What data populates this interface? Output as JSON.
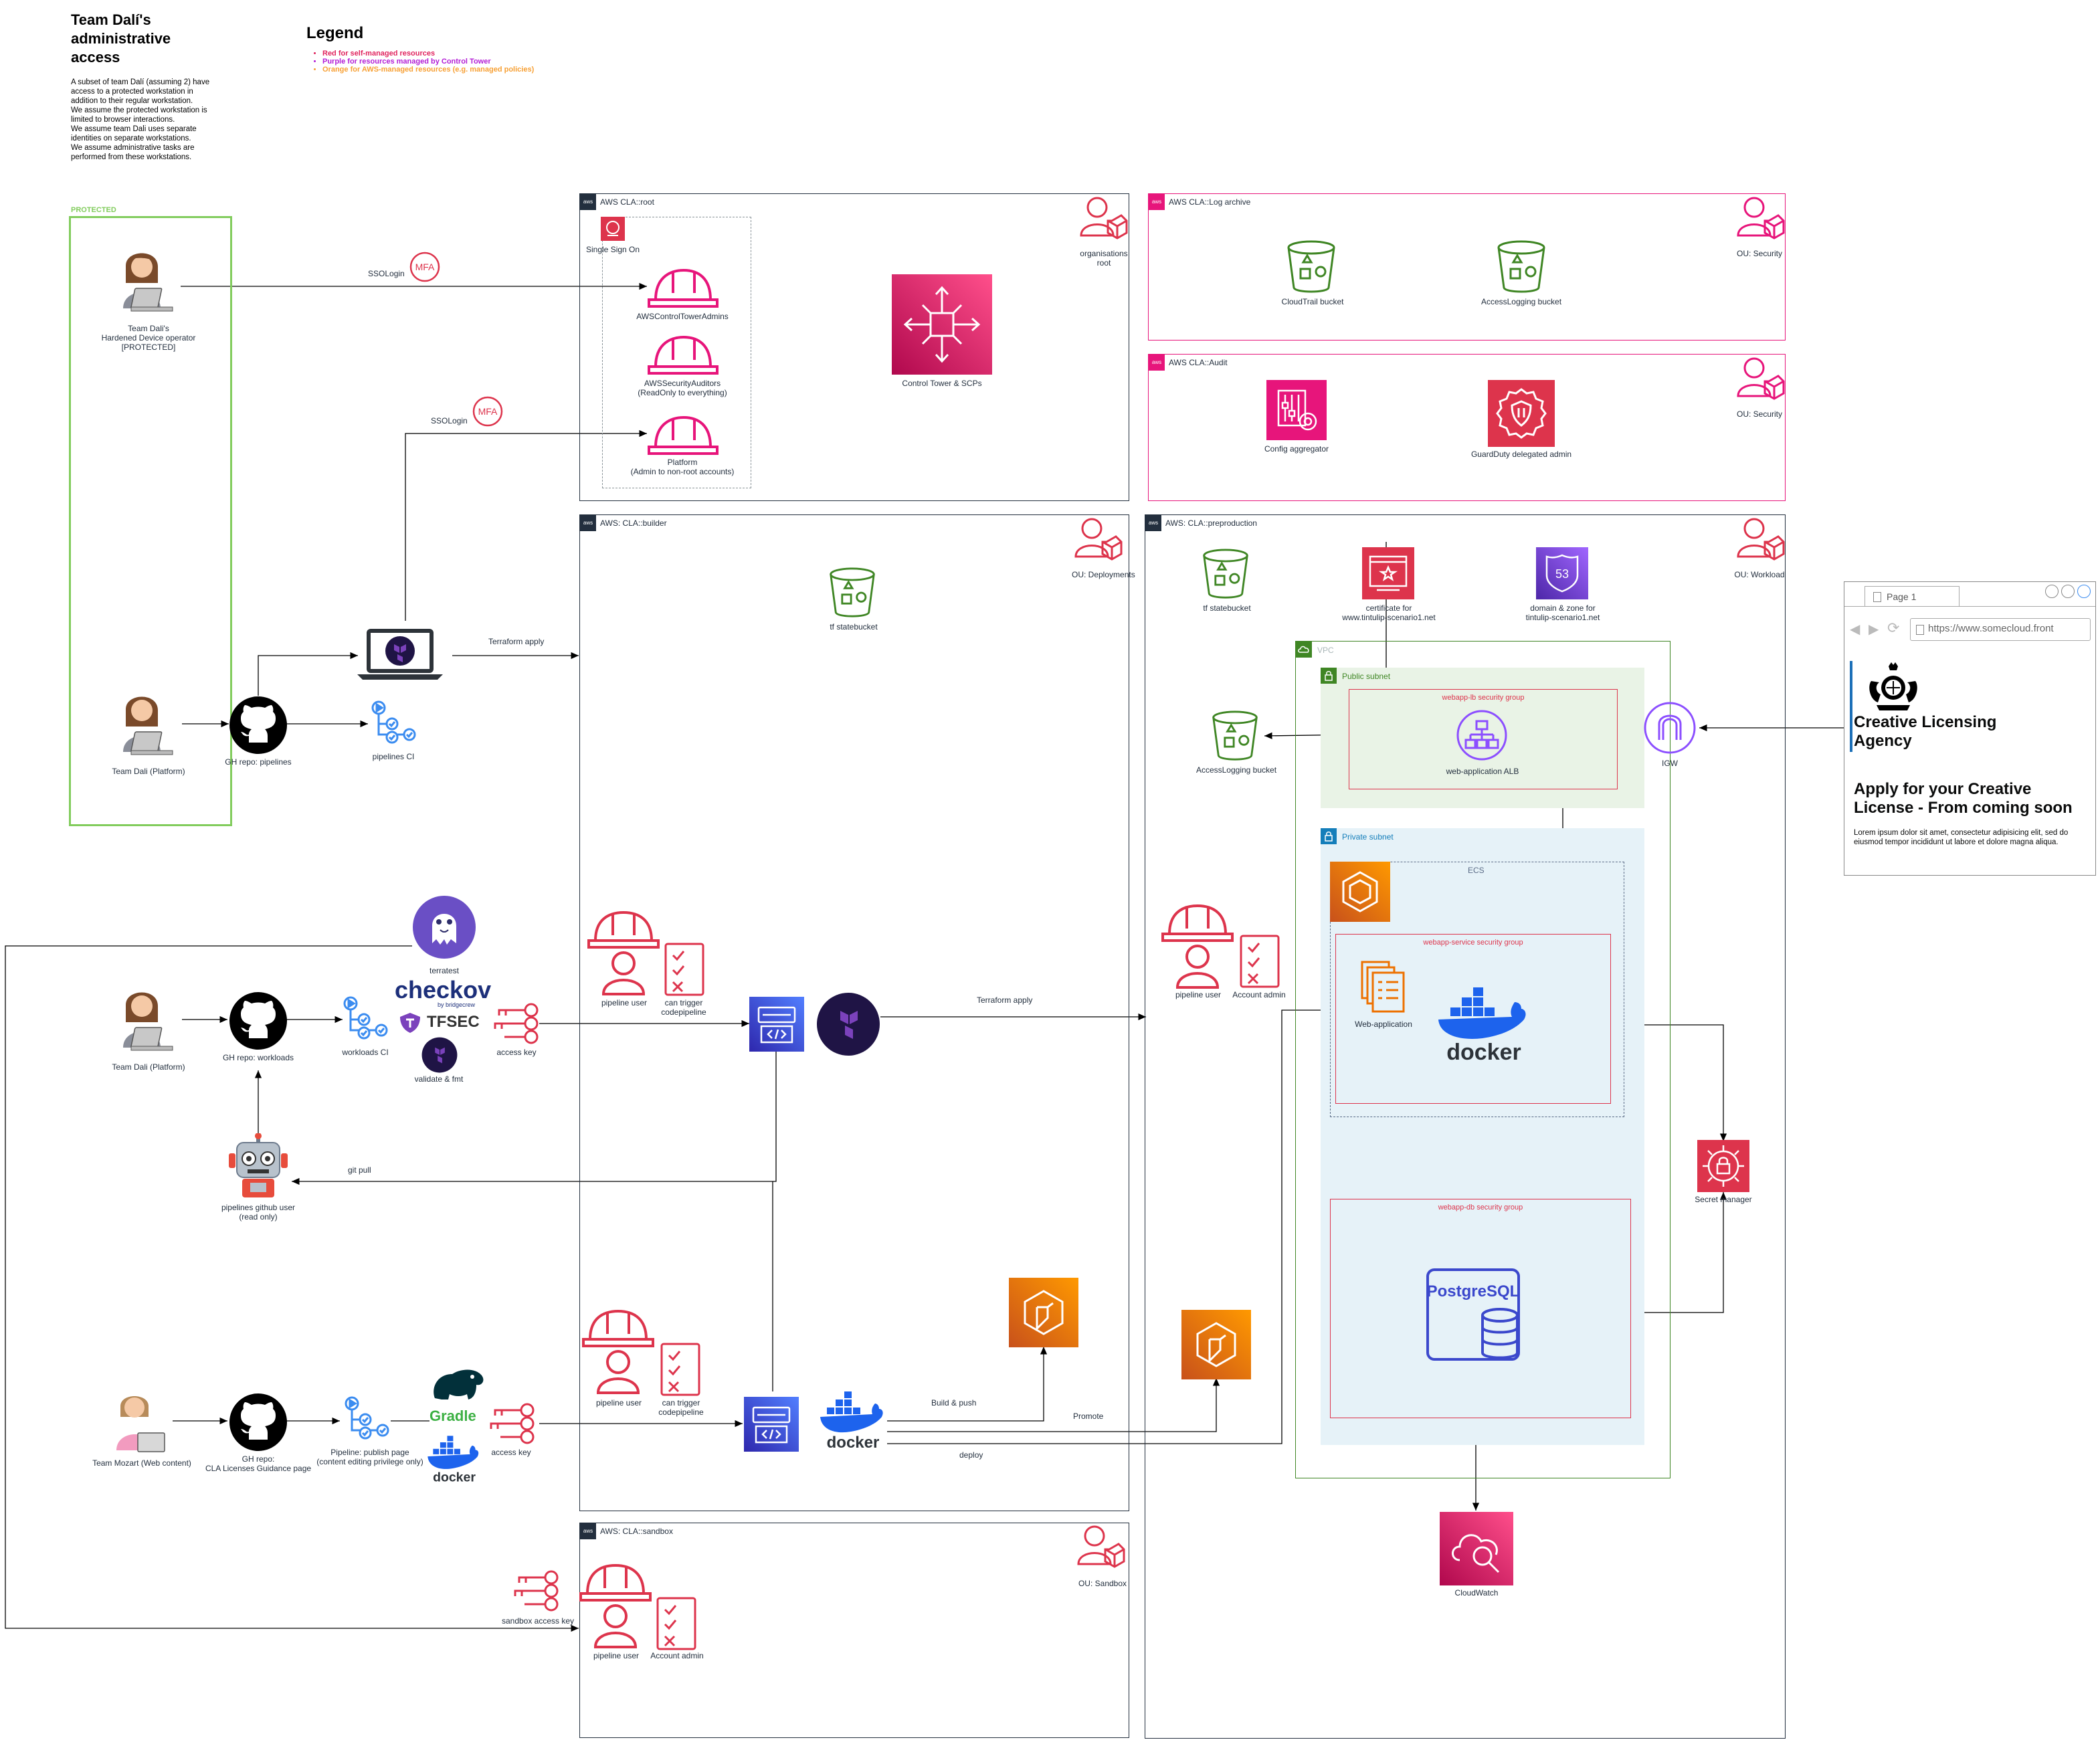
{
  "header": {
    "title": "Team Dalí's\nadministrative\naccess",
    "description": "A subset of team Dalí (assuming 2) have\naccess to a protected workstation in\naddition to their regular workstation.\nWe assume the protected workstation is\nlimited to browser interactions.\nWe assume team Dali uses separate\nidentities on separate workstations.\nWe assume administrative tasks are\nperformed from these workstations."
  },
  "legend": {
    "title": "Legend",
    "items": [
      {
        "text": "Red for self-managed resources",
        "color": "#e0245e"
      },
      {
        "text": "Purple for resources managed by Control Tower",
        "color": "#b31dd6"
      },
      {
        "text": "Orange for AWS-managed resources (e.g. managed policies)",
        "color": "#f7a035"
      }
    ]
  },
  "protected": {
    "label": "PROTECTED",
    "operator": "Team Dali's\nHardened Device operator\n[PROTECTED]",
    "platform_user": "Team Dali (Platform)",
    "gh_pipelines": "GH repo: pipelines",
    "pipelines_ci": "pipelines CI"
  },
  "flows": {
    "sso1": "SSOLogin",
    "sso2": "SSOLogin",
    "mfa": "MFA",
    "tf_apply_builder": "Terraform apply",
    "tf_apply_preprod": "Terraform apply",
    "git_pull": "git pull",
    "build_push": "Build & push",
    "promote": "Promote",
    "deploy": "deploy"
  },
  "root": {
    "title": "AWS CLA::root",
    "ou": "organisations\nroot",
    "sso": "Single Sign On",
    "roles": [
      "AWSControlTowerAdmins",
      "AWSSecurityAuditors\n(ReadOnly to everything)",
      "Platform\n(Admin to non-root accounts)"
    ],
    "control_tower": "Control Tower & SCPs"
  },
  "log_archive": {
    "title": "AWS CLA::Log archive",
    "ou": "OU: Security",
    "cloudtrail": "CloudTrail bucket",
    "accesslogging": "AccessLogging bucket"
  },
  "audit": {
    "title": "AWS CLA::Audit",
    "ou": "OU: Security",
    "config": "Config aggregator",
    "guardduty": "GuardDuty delegated admin"
  },
  "builder": {
    "title": "AWS: CLA::builder",
    "ou": "OU: Deployments",
    "statebucket": "tf statebucket",
    "pipeline_user_1": "pipeline user",
    "trigger_1": "can trigger\ncodepipeline",
    "pipeline_user_2": "pipeline user",
    "trigger_2": "can trigger\ncodepipeline"
  },
  "preprod": {
    "title": "AWS: CLA::preproduction",
    "ou": "OU: Workload",
    "statebucket": "tf statebucket",
    "certificate": "certificate for\nwww.tintulip-scenario1.net",
    "domain": "domain & zone for\ntintulip-scenario1.net",
    "accesslogging": "AccessLogging bucket",
    "pipeline_user": "pipeline user",
    "account_admin": "Account admin",
    "vpc": "VPC",
    "public_subnet": "Public subnet",
    "private_subnet": "Private subnet",
    "lb_sg": "webapp-lb security group",
    "alb": "web-application ALB",
    "igw": "IGW",
    "ecs": "ECS",
    "service_sg": "webapp-service security group",
    "webapp": "Web-application",
    "docker": "docker",
    "db_sg": "webapp-db security group",
    "postgres": "PostgreSQL",
    "secret": "Secret manager",
    "cloudwatch": "CloudWatch"
  },
  "sandbox": {
    "title": "AWS: CLA::sandbox",
    "ou": "OU: Sandbox",
    "pipeline_user": "pipeline user",
    "account_admin": "Account admin",
    "access_key": "sandbox access key"
  },
  "workloads": {
    "terratest": "terratest",
    "checkov": "checkov",
    "checkov_by": "by bridgecrew",
    "tfsec": "TFSEC",
    "validate": "validate & fmt",
    "platform_user": "Team Dali (Platform)",
    "gh_workloads": "GH repo: workloads",
    "workloads_ci": "workloads CI",
    "access_key": "access key",
    "bot": "pipelines github user\n(read only)"
  },
  "mozart": {
    "user": "Team Mozart (Web content)",
    "gh": "GH repo:\nCLA Licenses Guidance page",
    "pipeline": "Pipeline: publish page\n(content editing privilege only)",
    "gradle": "Gradle",
    "docker": "docker",
    "access_key": "access key"
  },
  "browser": {
    "tab": "Page 1",
    "url": "https://www.somecloud.front",
    "agency": "Creative Licensing\nAgency",
    "headline": "Apply for your Creative\nLicense - From coming soon",
    "body": "Lorem ipsum dolor sit amet, consectetur adipisicing elit, sed do\neiusmod tempor incididunt ut labore et dolore magna aliqua."
  },
  "colors": {
    "aws_red": "#dd344c",
    "aws_pink": "#e7157b",
    "aws_green": "#3f8624",
    "aws_orange": "#ed7100",
    "aws_purple": "#8c4fff",
    "aws_blue": "#3b48cc",
    "protected_green": "#82cc5d",
    "public_subnet_bg": "#e9f3e6",
    "private_subnet_bg": "#e6f2f8"
  }
}
